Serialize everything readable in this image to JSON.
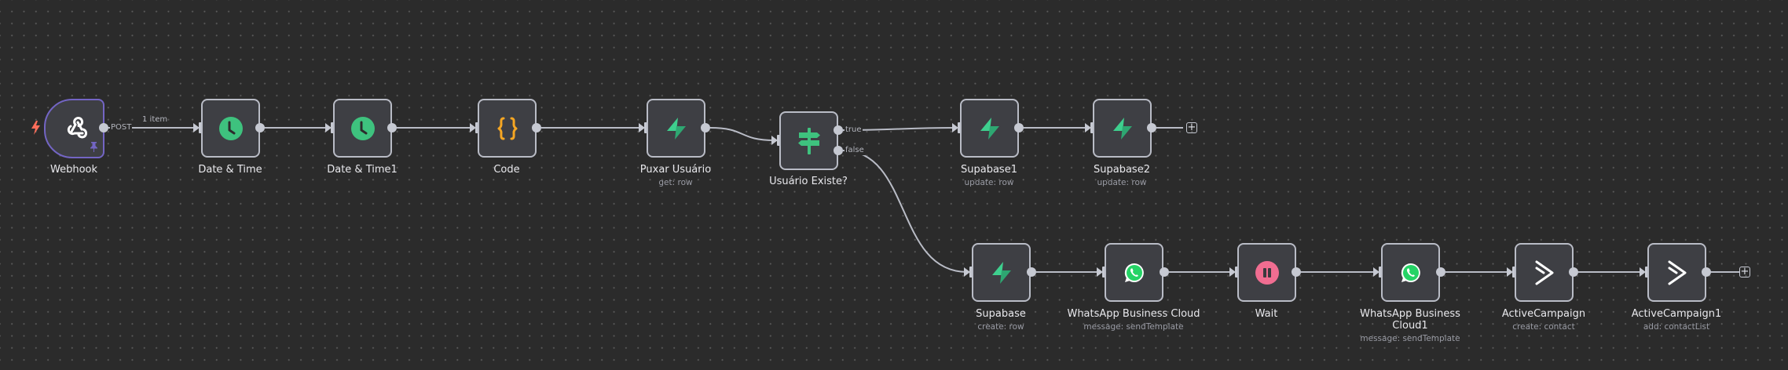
{
  "canvas": {
    "title": "n8n workflow editor",
    "background": "#2b2b2b"
  },
  "colors": {
    "node_border": "#b9bcc6",
    "trigger_border": "#7365c4",
    "node_fill": "#3e3f44",
    "clock_green": "#3ec27e",
    "supabase_green": "#3ecf8e",
    "code_orange": "#f5a623",
    "wait_pink": "#f06d91",
    "whatsapp_green": "#25d366",
    "trigger_bolt": "#ff6d5a",
    "pin_purple": "#7365c4"
  },
  "nodes": [
    {
      "id": "webhook",
      "label": "Webhook",
      "subtitle": "",
      "icon": "webhook-icon"
    },
    {
      "id": "datetime",
      "label": "Date & Time",
      "subtitle": "",
      "icon": "clock-icon"
    },
    {
      "id": "datetime1",
      "label": "Date & Time1",
      "subtitle": "",
      "icon": "clock-icon"
    },
    {
      "id": "code",
      "label": "Code",
      "subtitle": "",
      "icon": "code-braces-icon"
    },
    {
      "id": "puxar",
      "label": "Puxar Usuário",
      "subtitle": "get: row",
      "icon": "supabase-icon"
    },
    {
      "id": "if",
      "label": "Usuário Existe?",
      "subtitle": "",
      "icon": "signpost-icon"
    },
    {
      "id": "supabase1",
      "label": "Supabase1",
      "subtitle": "update: row",
      "icon": "supabase-icon"
    },
    {
      "id": "supabase2",
      "label": "Supabase2",
      "subtitle": "update: row",
      "icon": "supabase-icon"
    },
    {
      "id": "supabase",
      "label": "Supabase",
      "subtitle": "create: row",
      "icon": "supabase-icon"
    },
    {
      "id": "whatsapp",
      "label": "WhatsApp Business Cloud",
      "subtitle": "message: sendTemplate",
      "icon": "whatsapp-icon"
    },
    {
      "id": "wait",
      "label": "Wait",
      "subtitle": "",
      "icon": "pause-icon"
    },
    {
      "id": "whatsapp1",
      "label": "WhatsApp Business Cloud1",
      "subtitle": "message: sendTemplate",
      "icon": "whatsapp-icon"
    },
    {
      "id": "ac",
      "label": "ActiveCampaign",
      "subtitle": "create: contact",
      "icon": "activecampaign-icon"
    },
    {
      "id": "ac1",
      "label": "ActiveCampaign1",
      "subtitle": "add: contactList",
      "icon": "activecampaign-icon"
    }
  ],
  "edges": {
    "webhook_output_label": "POST",
    "webhook_items_label": "1 item",
    "if_true_label": "true",
    "if_false_label": "false"
  },
  "add_button": {
    "symbol": "+"
  }
}
